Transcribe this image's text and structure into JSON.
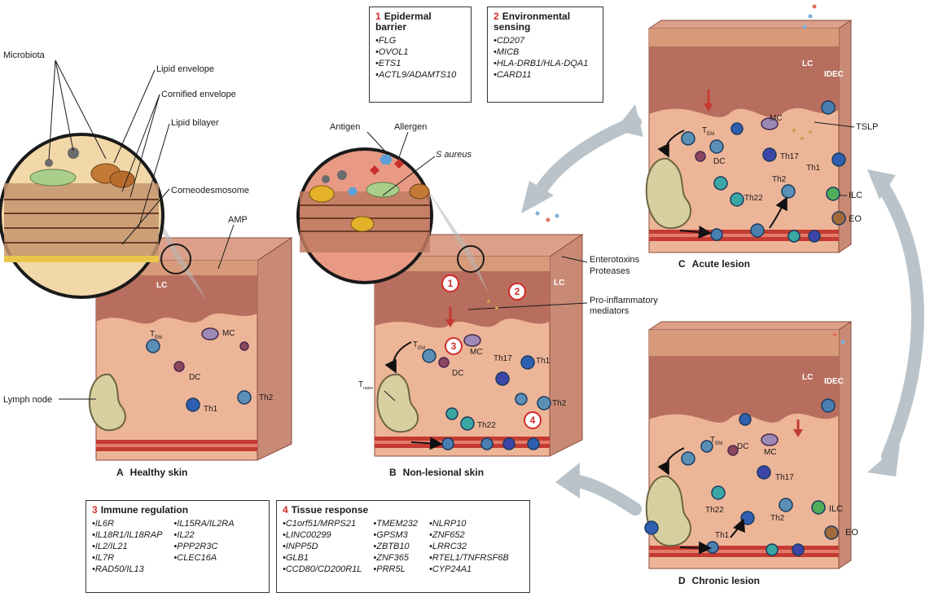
{
  "labels": {
    "microbiota": "Microbiota",
    "lipid_envelope": "Lipid envelope",
    "cornified_envelope": "Cornified envelope",
    "lipid_bilayer": "Lipid bilayer",
    "corneodesmosome": "Corneodesmosome",
    "amp": "AMP",
    "lymph_node": "Lymph node",
    "antigen": "Antigen",
    "allergen": "Allergen",
    "s_aureus": "S aureus",
    "enterotoxins": "Enterotoxins",
    "proteases": "Proteases",
    "pro_inflammatory_1": "Pro-inflammatory",
    "pro_inflammatory_2": "mediators",
    "tslp": "TSLP",
    "ilc": "ILC",
    "eo": "EO",
    "lc": "LC",
    "idec": "IDEC",
    "mc": "MC",
    "dc": "DC",
    "th1": "Th1",
    "th2": "Th2",
    "th17": "Th17",
    "th22": "Th22",
    "t": "T",
    "em": "EM",
    "naive": "naive"
  },
  "panels": {
    "a": {
      "letter": "A",
      "title": "Healthy skin"
    },
    "b": {
      "letter": "B",
      "title": "Non-lesional skin"
    },
    "c": {
      "letter": "C",
      "title": "Acute lesion"
    },
    "d": {
      "letter": "D",
      "title": "Chronic lesion"
    }
  },
  "markers": {
    "m1": "1",
    "m2": "2",
    "m3": "3",
    "m4": "4"
  },
  "boxes": {
    "epidermal": {
      "num": "1",
      "title_1": "Epidermal",
      "title_2": "barrier",
      "genes": [
        "•FLG",
        "•OVOL1",
        "•ETS1",
        "•ACTL9/ADAMTS10"
      ]
    },
    "environmental": {
      "num": "2",
      "title_1": "Environmental",
      "title_2": "sensing",
      "genes": [
        "•CD207",
        "•MICB",
        "•HLA-DRB1/HLA-DQA1",
        "•CARD11"
      ]
    },
    "immune": {
      "num": "3",
      "title": "Immune regulation",
      "col1": [
        "•IL6R",
        "•IL18R1/IL18RAP",
        "•IL2/IL21",
        "•IL7R",
        "•RAD50/IL13"
      ],
      "col2": [
        "•IL15RA/IL2RA",
        "•IL22",
        "•PPP2R3C",
        "•CLEC16A"
      ]
    },
    "tissue": {
      "num": "4",
      "title": "Tissue response",
      "col1": [
        "•C1orf51/MRPS21",
        "•LINC00299",
        "•INPP5D",
        "•GLB1",
        "•CCD80/CD200R1L"
      ],
      "col2": [
        "•TMEM232",
        "•GPSM3",
        "•ZBTB10",
        "•ZNF365",
        "•PRR5L"
      ],
      "col3": [
        "•NLRP10",
        "•ZNF652",
        "•LRRC32",
        "•RTEL1/TNFRSF6B",
        "•CYP24A1"
      ]
    }
  },
  "colors": {
    "skin": "#e8a98c",
    "dermis": "#edb598",
    "epidermis": "#b86e5e",
    "cornified": "#d79a7a",
    "vessel": "#c43b32",
    "arrow": "#b9c3c9",
    "node": "#d8cfa0",
    "cell_blue": "#2f6da8",
    "cell_teal": "#3aa7a4",
    "marker": "#d22b2b"
  }
}
